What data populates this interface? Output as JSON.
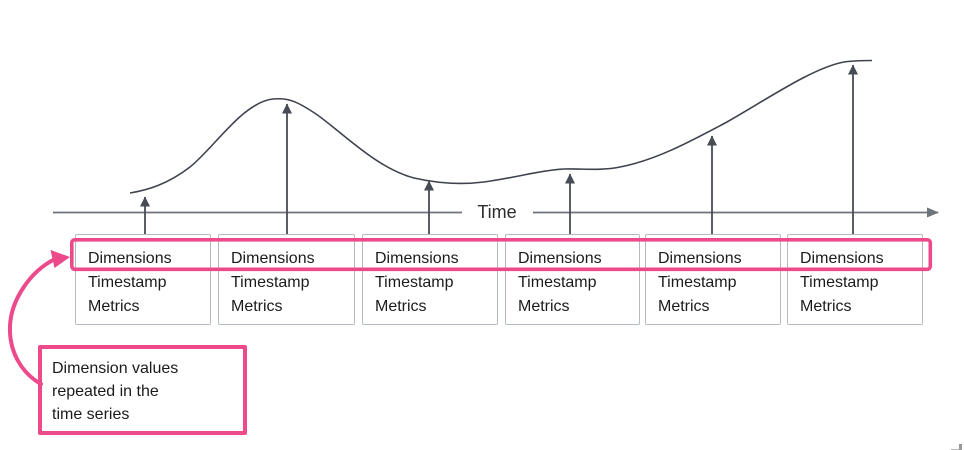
{
  "diagram": {
    "axis_label": "Time",
    "records": [
      {
        "rows": [
          "Dimensions",
          "Timestamp",
          "Metrics"
        ]
      },
      {
        "rows": [
          "Dimensions",
          "Timestamp",
          "Metrics"
        ]
      },
      {
        "rows": [
          "Dimensions",
          "Timestamp",
          "Metrics"
        ]
      },
      {
        "rows": [
          "Dimensions",
          "Timestamp",
          "Metrics"
        ]
      },
      {
        "rows": [
          "Dimensions",
          "Timestamp",
          "Metrics"
        ]
      },
      {
        "rows": [
          "Dimensions",
          "Timestamp",
          "Metrics"
        ]
      }
    ],
    "callout": {
      "lines": [
        "Dimension values",
        "repeated in the",
        "time series"
      ]
    },
    "colors": {
      "accent_pink": "#ed4a8b",
      "curve": "#3f434d",
      "axis_gray": "#6f737a",
      "arrow_gray": "#474b54",
      "box_border": "#b4bac1",
      "text": "#1b1b1b"
    }
  }
}
